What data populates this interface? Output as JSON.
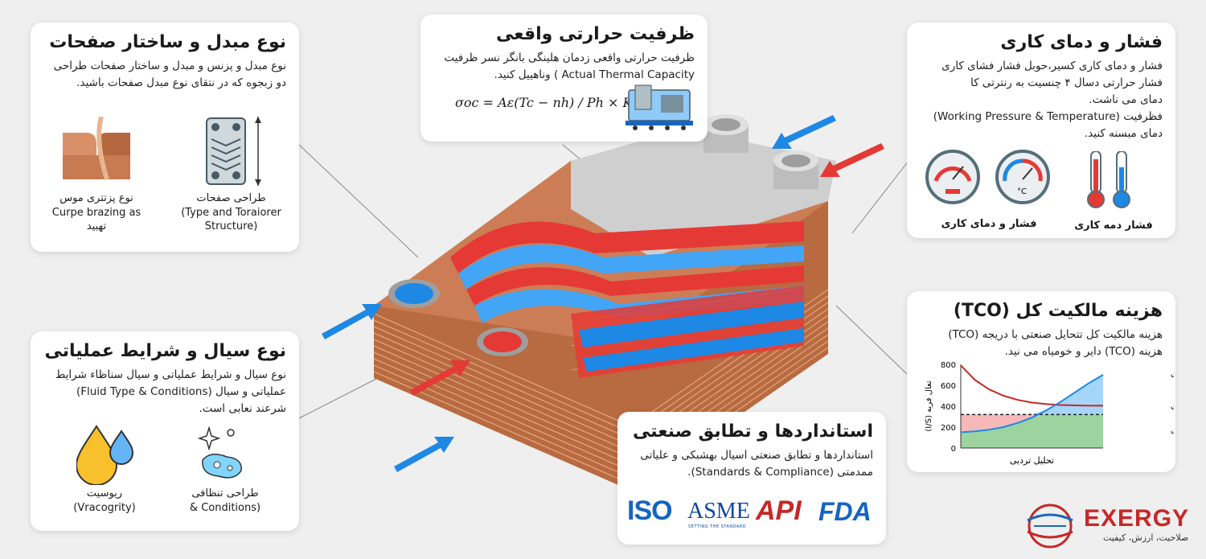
{
  "cards": {
    "plate_type": {
      "title": "نوع مبدل و ساختار صفحات",
      "body": "نوع مبدل و پزنس و مبدل و ساختار صفحات طراحی دو زبجوه که در نتقای نوع مبدل صفحات باشید.",
      "caption_left_fa": "نوع پزتتری موس",
      "caption_left_en": "Curpe brazing as",
      "caption_left_fa2": "تهبید",
      "caption_right_fa": "طراحی صفحات",
      "caption_right_en": "(Type and Toraiorer Structure)"
    },
    "thermal": {
      "title": "ظرفیت حرارتی واقعی",
      "body_line1": "ظرفیت حرارتی واقعی زدمان هلینگی بانگر نسر ظرفیت",
      "body_line2": "Actual Thermal Capacity ) وناهییل کنید.",
      "formula": "σoc = Aε(Tc − nh) / Ph × K"
    },
    "pressure": {
      "title": "فشار و دمای کاری",
      "body_line1": "فشار و دمای کاری کسیر،حوبل فشار فشای کاری",
      "body_line2": "فشار حرارتی دسال ۴ چنسیت به رنترتی کا",
      "body_line3": "دمای می ناشت.",
      "body_line4": "فظرفیت (Working Pressure & Temperature)",
      "body_line5": "دمای مبسنه کنید.",
      "caption_left": "فشار و دمای کاری",
      "caption_right": "فشار دمه کاری",
      "gauge_unit": "°C"
    },
    "fluid": {
      "title": "نوع سیال و شرایط عملیاتی",
      "body_line1": "نوع سیال و شرایط عملیاتی و سیال سناظاء شرایط",
      "body_line2": "عملیاتی و سیال (Fluid Type & Conditions)",
      "body_line3": "شرعند نعابی است.",
      "caption_left_fa": "ریوسیت",
      "caption_left_en": "(Vracogrity)",
      "caption_right_fa": "طراحی تنظافی",
      "caption_right_en": "& Conditions)"
    },
    "standards": {
      "title": "استانداردها و تطابق صنعتی",
      "body_line1": "استانداردها و تطابق صنعتی اسیال بهشبکی و علیاتی",
      "body_line2": "ممدمتی (Standards & Compliance).",
      "logos": [
        "ISO",
        "ASME",
        "API",
        "FDA"
      ],
      "asme_sub": "SETTING THE STANDARD"
    },
    "tco": {
      "title": "هزینه مالکیت کل (TCO)",
      "body_line1": "هزینه مالکیت کل تتحایل صنعتی با دریجه (TCO)",
      "body_line2": "هزینه (TCO) دایر و خومیاه می نید."
    }
  },
  "brand": {
    "name": "EXERGY",
    "tagline": "صلاحیت، ارزش، کیفیت",
    "color": "#c62828"
  },
  "colors": {
    "hot": "#e53935",
    "cold": "#1e88e5",
    "copper": "#c8744a"
  },
  "chart_data": {
    "type": "line",
    "xlabel": "تحلیل تردیی",
    "ylabel": "(I/S) تعال فریه",
    "ylim": [
      0,
      800
    ],
    "yticks": [
      0,
      200,
      400,
      600,
      800
    ],
    "x": [
      0,
      1,
      2,
      3,
      4,
      5,
      6,
      7,
      8,
      9,
      10
    ],
    "series": [
      {
        "name": "هزینه مالکیت",
        "color": "#c62828",
        "values": [
          790,
          650,
          560,
          500,
          460,
          435,
          420,
          412,
          408,
          405,
          405
        ]
      },
      {
        "name": "بارشت",
        "color": "#1e88e5",
        "values": [
          150,
          160,
          175,
          200,
          240,
          290,
          360,
          440,
          530,
          620,
          700
        ]
      }
    ],
    "reference": {
      "name": "کراسالیل ازیت",
      "value": 320
    }
  }
}
